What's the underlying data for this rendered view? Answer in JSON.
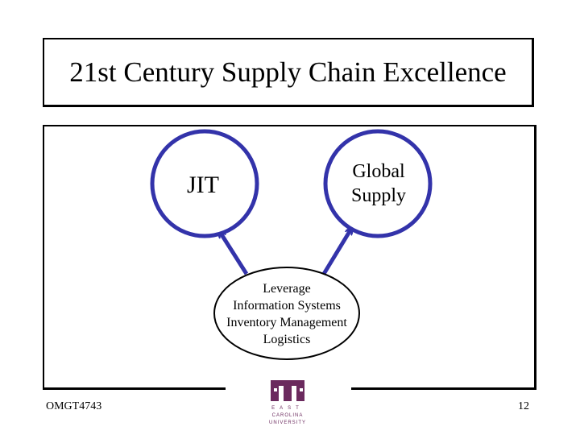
{
  "slide": {
    "title": "21st Century Supply Chain Excellence",
    "footer_code": "OMGT4743",
    "page_number": "12"
  },
  "diagram": {
    "nodes": {
      "jit": {
        "label": "JIT"
      },
      "global": {
        "line1": "Global",
        "line2": "Supply"
      },
      "leverage": {
        "line1": "Leverage",
        "line2": "Information Systems",
        "line3": "Inventory Management",
        "line4": "Logistics"
      }
    },
    "edges": [
      {
        "from": "leverage",
        "to": "jit"
      },
      {
        "from": "leverage",
        "to": "global"
      }
    ],
    "colors": {
      "circle_border": "#3333aa",
      "arrow": "#3333aa",
      "logo": "#6b2a5e"
    }
  },
  "logo": {
    "text_line1": "EAST",
    "text_line2": "CAROLINA",
    "text_line3": "UNIVERSITY"
  }
}
